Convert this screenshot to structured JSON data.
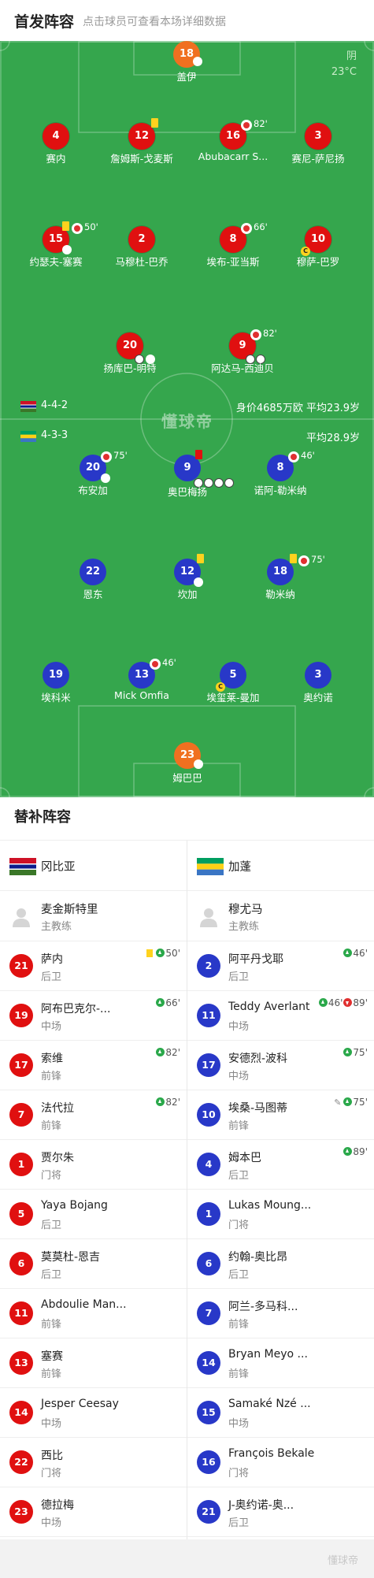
{
  "header": {
    "title": "首发阵容",
    "subtitle": "点击球员可查看本场详细数据"
  },
  "weather": {
    "condition": "阴",
    "temp": "23°C"
  },
  "watermark": "懂球帝",
  "home": {
    "form": "4-4-2",
    "info": "身价4685万欧 平均23.9岁",
    "players": [
      {
        "num": "18",
        "name": "盖伊"
      },
      {
        "num": "4",
        "name": "赛内"
      },
      {
        "num": "12",
        "name": "詹姆斯-戈麦斯"
      },
      {
        "num": "16",
        "name": "Abubacarr S...",
        "minute": "82'"
      },
      {
        "num": "3",
        "name": "赛尼-萨尼扬"
      },
      {
        "num": "15",
        "name": "约瑟夫-塞赛",
        "minute": "50'"
      },
      {
        "num": "2",
        "name": "马穆杜-巴乔"
      },
      {
        "num": "8",
        "name": "埃布-亚当斯",
        "minute": "66'"
      },
      {
        "num": "10",
        "name": "穆萨-巴罗"
      },
      {
        "num": "20",
        "name": "扬库巴-明特"
      },
      {
        "num": "9",
        "name": "阿达马-西迪贝",
        "minute": "82'"
      }
    ]
  },
  "away": {
    "form": "4-3-3",
    "info": "平均28.9岁",
    "players": [
      {
        "num": "20",
        "name": "布安加",
        "minute": "75'"
      },
      {
        "num": "9",
        "name": "奥巴梅扬"
      },
      {
        "num": "8",
        "name": "诺阿-勒米纳",
        "minute": "46'"
      },
      {
        "num": "22",
        "name": "恩东"
      },
      {
        "num": "12",
        "name": "坎加"
      },
      {
        "num": "18",
        "name": "勒米纳",
        "minute": "75'"
      },
      {
        "num": "19",
        "name": "埃科米"
      },
      {
        "num": "13",
        "name": "Mick Omfia",
        "minute": "46'"
      },
      {
        "num": "5",
        "name": "埃玺莱-曼加"
      },
      {
        "num": "3",
        "name": "奥约诺"
      },
      {
        "num": "23",
        "name": "姆巴巴"
      }
    ]
  },
  "subs": {
    "title": "替补阵容",
    "home": {
      "team": "冈比亚",
      "coach": {
        "name": "麦金斯特里",
        "role": "主教练"
      },
      "rows": [
        {
          "num": "21",
          "name": "萨内",
          "pos": "后卫",
          "ev": "50'"
        },
        {
          "num": "19",
          "name": "阿布巴克尔-...",
          "pos": "中场",
          "ev": "66'"
        },
        {
          "num": "17",
          "name": "索维",
          "pos": "前锋",
          "ev": "82'"
        },
        {
          "num": "7",
          "name": "法代拉",
          "pos": "前锋",
          "ev": "82'"
        },
        {
          "num": "1",
          "name": "贾尔朱",
          "pos": "门将"
        },
        {
          "num": "5",
          "name": "Yaya Bojang",
          "pos": "后卫"
        },
        {
          "num": "6",
          "name": "莫莫杜-恩吉",
          "pos": "后卫"
        },
        {
          "num": "11",
          "name": "Abdoulie Man...",
          "pos": "前锋"
        },
        {
          "num": "13",
          "name": "塞赛",
          "pos": "前锋"
        },
        {
          "num": "14",
          "name": "Jesper Ceesay",
          "pos": "中场"
        },
        {
          "num": "22",
          "name": "西比",
          "pos": "门将"
        },
        {
          "num": "23",
          "name": "德拉梅",
          "pos": "中场"
        }
      ]
    },
    "away": {
      "team": "加蓬",
      "coach": {
        "name": "穆尤马",
        "role": "主教练"
      },
      "rows": [
        {
          "num": "2",
          "name": "阿平丹戈耶",
          "pos": "后卫",
          "ev": "46'"
        },
        {
          "num": "11",
          "name": "Teddy Averlant",
          "pos": "中场",
          "ev": "46'",
          "ev2": "89'"
        },
        {
          "num": "17",
          "name": "安德烈-波科",
          "pos": "中场",
          "ev": "75'"
        },
        {
          "num": "10",
          "name": "埃桑-马图蒂",
          "pos": "前锋",
          "ev": "75'"
        },
        {
          "num": "4",
          "name": "姆本巴",
          "pos": "后卫",
          "ev": "89'"
        },
        {
          "num": "1",
          "name": "Lukas Moung...",
          "pos": "门将"
        },
        {
          "num": "6",
          "name": "约翰-奥比昂",
          "pos": "后卫"
        },
        {
          "num": "7",
          "name": "阿兰-多马科...",
          "pos": "前锋"
        },
        {
          "num": "14",
          "name": "Bryan Meyo ...",
          "pos": "前锋"
        },
        {
          "num": "15",
          "name": "Samaké Nzé ...",
          "pos": "中场"
        },
        {
          "num": "16",
          "name": "François Bekale",
          "pos": "门将"
        },
        {
          "num": "21",
          "name": "J-奥约诺-奥...",
          "pos": "后卫"
        }
      ]
    }
  },
  "colors": {
    "pitch": "#35a64d",
    "home": "#e01010",
    "away": "#2838c8",
    "gk": "#f07020"
  }
}
